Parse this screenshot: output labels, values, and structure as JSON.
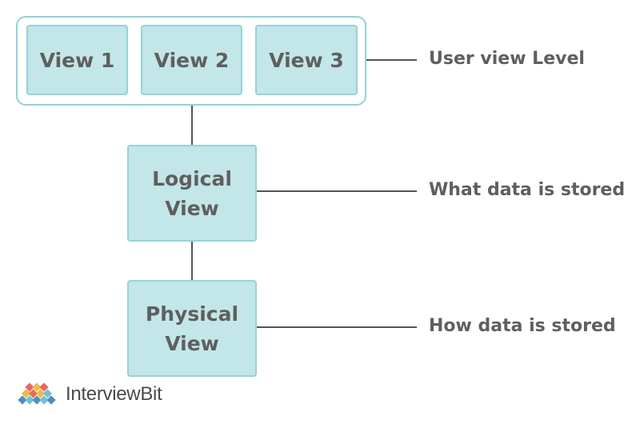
{
  "diagram": {
    "user_views": [
      "View 1",
      "View 2",
      "View 3"
    ],
    "logical_view": [
      "Logical",
      "View"
    ],
    "physical_view": [
      "Physical",
      "View"
    ],
    "labels": {
      "user_level": "User view Level",
      "logical_level": "What data is stored",
      "physical_level": "How data is stored"
    }
  },
  "brand": {
    "name": "InterviewBit",
    "icon": "interviewbit-diamond-logo-icon"
  },
  "colors": {
    "box_fill": "#c3e6e8",
    "box_border": "#94d4d8",
    "frame_border": "#8fd3d6",
    "text": "#5f5f5f",
    "connector": "#555555"
  }
}
